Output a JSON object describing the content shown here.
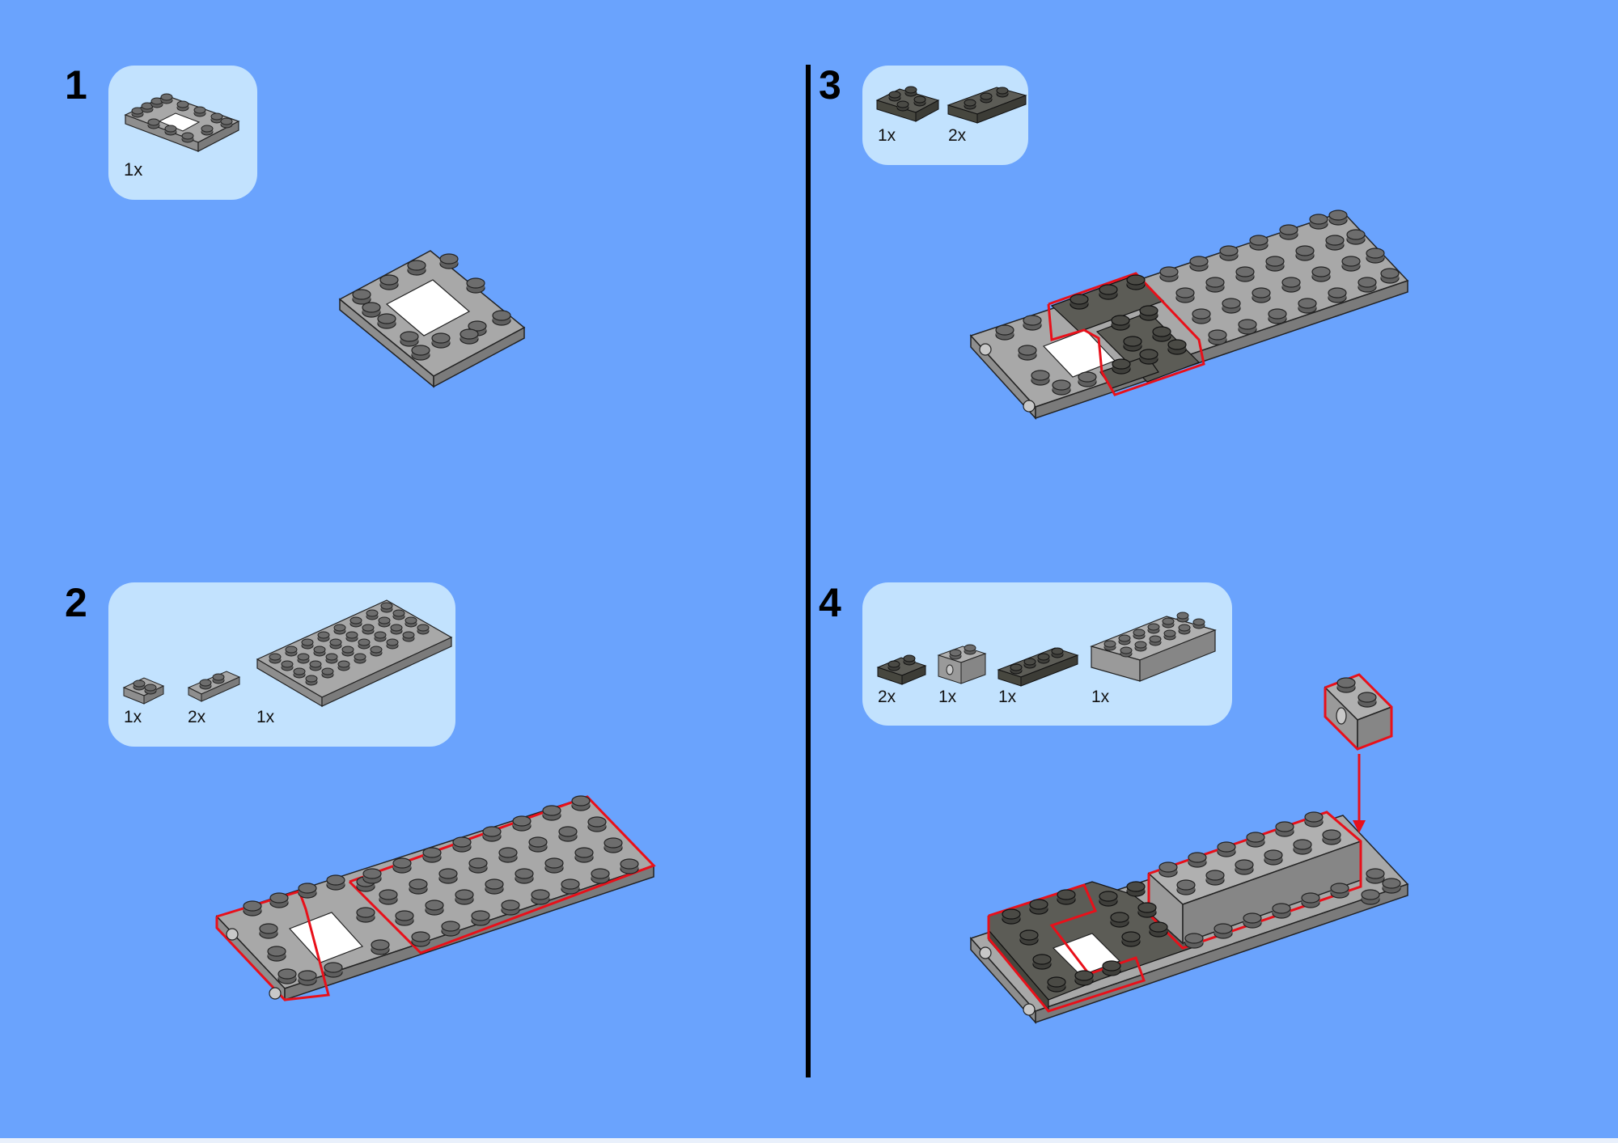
{
  "page": {
    "background": "#6aa3fd",
    "callout_color": "#c2e2fe"
  },
  "colors": {
    "light_gray": "#a8a8a8",
    "dark_gray": "#5c5c56",
    "highlight": "#e8101a"
  },
  "steps": [
    {
      "number": "1",
      "parts": [
        {
          "qty": "1x",
          "icon": "plate-4x4-open-center-icon"
        }
      ]
    },
    {
      "number": "2",
      "parts": [
        {
          "qty": "1x",
          "icon": "hinge-plate-icon"
        },
        {
          "qty": "2x",
          "icon": "hinge-plate-pin-icon"
        },
        {
          "qty": "1x",
          "icon": "plate-6x8-icon"
        }
      ]
    },
    {
      "number": "3",
      "parts": [
        {
          "qty": "1x",
          "icon": "plate-2x2-dark-icon"
        },
        {
          "qty": "2x",
          "icon": "plate-1x3-dark-icon"
        }
      ]
    },
    {
      "number": "4",
      "parts": [
        {
          "qty": "2x",
          "icon": "plate-1x2-dark-icon"
        },
        {
          "qty": "1x",
          "icon": "technic-brick-1x2-icon"
        },
        {
          "qty": "1x",
          "icon": "plate-1x4-dark-icon"
        },
        {
          "qty": "1x",
          "icon": "brick-2x6-icon"
        }
      ]
    }
  ]
}
